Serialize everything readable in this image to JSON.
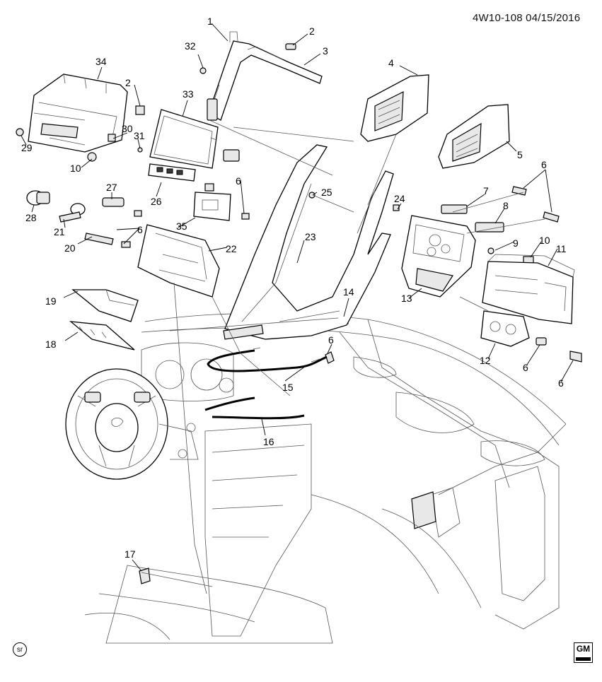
{
  "document": {
    "id_date": "4W10-108  04/15/2016",
    "sr_mark": "sr",
    "logo": "GM"
  },
  "callouts": [
    "1",
    "2",
    "3",
    "2",
    "4",
    "5",
    "6",
    "7",
    "8",
    "9",
    "10",
    "11",
    "12",
    "13",
    "14",
    "6",
    "15",
    "16",
    "17",
    "18",
    "19",
    "20",
    "21",
    "22",
    "23",
    "24",
    "25",
    "26",
    "27",
    "28",
    "29",
    "30",
    "31",
    "32",
    "33",
    "34",
    "35",
    "10",
    "6",
    "6",
    "6",
    "6"
  ]
}
